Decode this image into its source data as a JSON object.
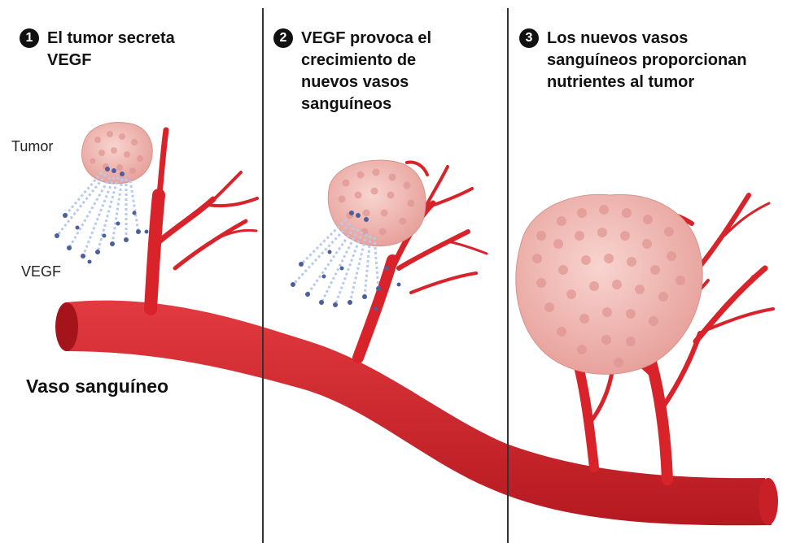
{
  "steps": [
    {
      "number": "1",
      "text": "El tumor secreta\nVEGF"
    },
    {
      "number": "2",
      "text": "VEGF provoca el\ncrecimiento de\nnuevos vasos\nsanguíneos"
    },
    {
      "number": "3",
      "text": "Los nuevos vasos\nsanguíneos proporcionan\nnutrientes al tumor"
    }
  ],
  "labels": {
    "tumor": "Tumor",
    "vegf": "VEGF",
    "vessel": "Vaso sanguíneo"
  },
  "colors": {
    "vessel": "#d8232a",
    "vessel_dark": "#a5141a",
    "tumor": "#f2b8b4",
    "tumor_cell": "#e09590",
    "vegf": "#4a5f9c",
    "vegf_trail": "#b7c9ee"
  }
}
